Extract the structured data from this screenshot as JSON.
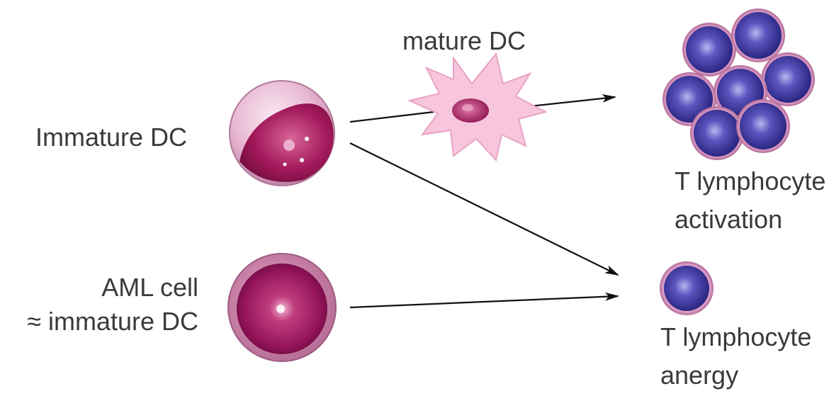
{
  "labels": {
    "immature_dc": "Immature DC",
    "mature_dc": "mature DC",
    "aml_cell": "AML cell",
    "approx_immature_dc": "≈ immature DC",
    "t_activation_line1": "T lymphocyte",
    "t_activation_line2": "activation",
    "t_anergy_line1": "T lymphocyte",
    "t_anergy_line2": "anergy"
  },
  "colors": {
    "dc_outer": "#e3b0cf",
    "dc_nucleus": "#a3195b",
    "aml_body": "#9c1760",
    "t_cell_blue": "#3f39a0",
    "t_cell_rim": "#d88dc0",
    "mature_dc_body": "#f6c4dc",
    "arrow": "#111111"
  }
}
